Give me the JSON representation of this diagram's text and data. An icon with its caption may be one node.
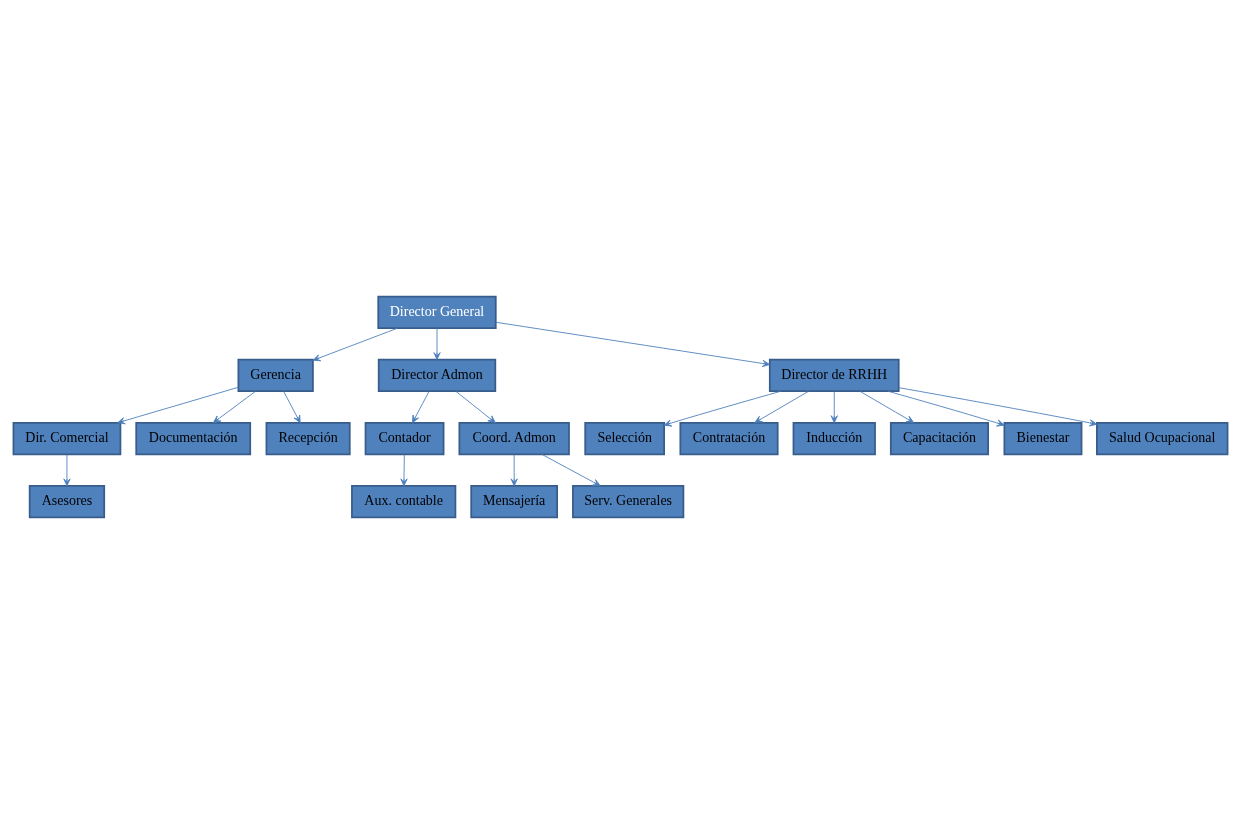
{
  "diagram": {
    "nodes": [
      {
        "text": [
          "Director General"
        ]
      },
      {
        "text": [
          "Gerencia"
        ]
      },
      {
        "text": [
          "Director Admon"
        ]
      },
      {
        "text": [
          "Director de RRHH"
        ]
      },
      {
        "text": [
          "Dir. Comercial"
        ]
      },
      {
        "text": [
          "Asesores"
        ]
      },
      {
        "text": [
          "Documentación"
        ]
      },
      {
        "text": [
          "Recepción"
        ]
      },
      {
        "text": [
          "Contador"
        ]
      },
      {
        "text": [
          "Aux. contable"
        ]
      },
      {
        "text": [
          "Coord. Admon"
        ]
      },
      {
        "text": [
          "Mensajería"
        ]
      },
      {
        "text": [
          "Serv. Generales"
        ]
      },
      {
        "text": [
          "Selección"
        ]
      },
      {
        "text": [
          "Contratación"
        ]
      },
      {
        "text": [
          "Inducción"
        ]
      },
      {
        "text": [
          "Capacitación"
        ]
      },
      {
        "text": [
          "Bienestar"
        ]
      },
      {
        "text": [
          "Salud Ocupacional"
        ]
      }
    ],
    "edges": [
      {
        "from": 0,
        "to": 1,
        "arrow": "to"
      },
      {
        "from": 0,
        "to": 2,
        "arrow": "to"
      },
      {
        "from": 0,
        "to": 3,
        "arrow": "to"
      },
      {
        "from": 1,
        "to": 4,
        "arrow": "to"
      },
      {
        "from": 4,
        "to": 5,
        "arrow": "to"
      },
      {
        "from": 1,
        "to": 6,
        "arrow": "to"
      },
      {
        "from": 1,
        "to": 7,
        "arrow": "to"
      },
      {
        "from": 2,
        "to": 8,
        "arrow": "to"
      },
      {
        "from": 8,
        "to": 9,
        "arrow": "to"
      },
      {
        "from": 2,
        "to": 10,
        "arrow": "to"
      },
      {
        "from": 10,
        "to": 11,
        "arrow": "to"
      },
      {
        "from": 10,
        "to": 12,
        "arrow": "to"
      },
      {
        "from": 3,
        "to": 13,
        "arrow": "to"
      },
      {
        "from": 3,
        "to": 14,
        "arrow": "to"
      },
      {
        "from": 3,
        "to": 15,
        "arrow": "to"
      },
      {
        "from": 3,
        "to": 16,
        "arrow": "to"
      },
      {
        "from": 3,
        "to": 17,
        "arrow": "to"
      },
      {
        "from": 3,
        "to": 18,
        "arrow": "to"
      }
    ]
  }
}
